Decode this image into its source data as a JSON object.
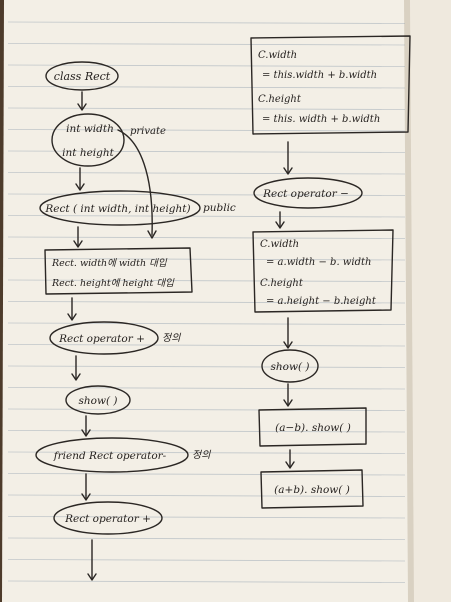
{
  "left_flow": {
    "class_node": "class Rect",
    "fields": [
      "int width",
      "int height"
    ],
    "fields_note": "private",
    "constructor": "Rect ( int width, int height)",
    "constructor_note": "public",
    "assign_box": [
      "Rect. width에 width 대입",
      "Rect. height에 height 대입"
    ],
    "op_plus": "Rect operator +",
    "op_plus_note": "정의",
    "show": "show( )",
    "friend_op": "friend Rect operator-",
    "friend_op_note": "정의",
    "op_plus_2": "Rect operator +"
  },
  "right_flow": {
    "top_box": [
      "C.width",
      "= this.width + b.width",
      "C.height",
      "= this. width + b.width"
    ],
    "op_minus": "Rect operator −",
    "minus_box": [
      "C.width",
      "= a.width − b. width",
      "C.height",
      "= a.height − b.height"
    ],
    "show": "show( )",
    "call_minus": "(a−b). show( )",
    "call_plus": "(a+b). show( )"
  }
}
